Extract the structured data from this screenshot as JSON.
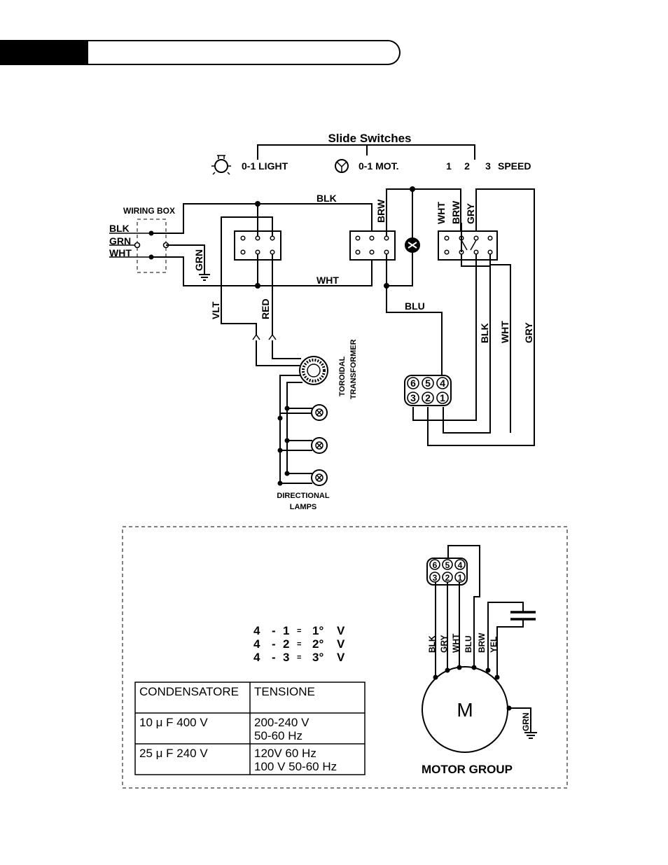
{
  "switches": {
    "title": "Slide Switches",
    "light_label": "0-1 LIGHT",
    "motor_label": "0-1 MOT.",
    "speed_1": "1",
    "speed_2": "2",
    "speed_3": "3",
    "speed_label": "SPEED"
  },
  "wiring_box": {
    "title": "WIRING BOX",
    "blk": "BLK",
    "grn": "GRN",
    "wht": "WHT"
  },
  "wires": {
    "blk_top": "BLK",
    "wht_bottom": "WHT",
    "grn_ground": "GRN",
    "brw_left": "BRW",
    "wht_speed": "WHT",
    "brw_speed": "BRW",
    "gry_speed": "GRY",
    "vlt": "VLT",
    "red": "RED",
    "blu": "BLU",
    "blk_right": "BLK",
    "wht_right": "WHT",
    "gry_right": "GRY"
  },
  "transformer": {
    "line1": "TOROIDAL",
    "line2": "TRANSFORMER"
  },
  "lamps": {
    "line1": "DIRECTIONAL",
    "line2": "LAMPS"
  },
  "connector_pins": [
    "6",
    "5",
    "4",
    "3",
    "2",
    "1"
  ],
  "speed_mapping": {
    "rows": [
      {
        "a": "4",
        "sep": "-",
        "b": "1",
        "eq": "=",
        "speed": "1°",
        "unit": "V"
      },
      {
        "a": "4",
        "sep": "-",
        "b": "2",
        "eq": "=",
        "speed": "2°",
        "unit": "V"
      },
      {
        "a": "4",
        "sep": "-",
        "b": "3",
        "eq": "=",
        "speed": "3°",
        "unit": "V"
      }
    ]
  },
  "capacitor_table": {
    "header_left": "CONDENSATORE",
    "header_right": "TENSIONE",
    "rows": [
      {
        "cap": "10 μ F 400 V",
        "v1": "200-240 V",
        "v2": "50-60 Hz"
      },
      {
        "cap": "25 μ F 240 V",
        "v1": "120V 60 Hz",
        "v2": "100 V 50-60 Hz"
      }
    ]
  },
  "motor": {
    "symbol": "M",
    "group_label": "MOTOR GROUP",
    "wires": [
      "BLK",
      "GRY",
      "WHT",
      "BLU",
      "BRW",
      "YEL"
    ],
    "ground": "GRN"
  }
}
